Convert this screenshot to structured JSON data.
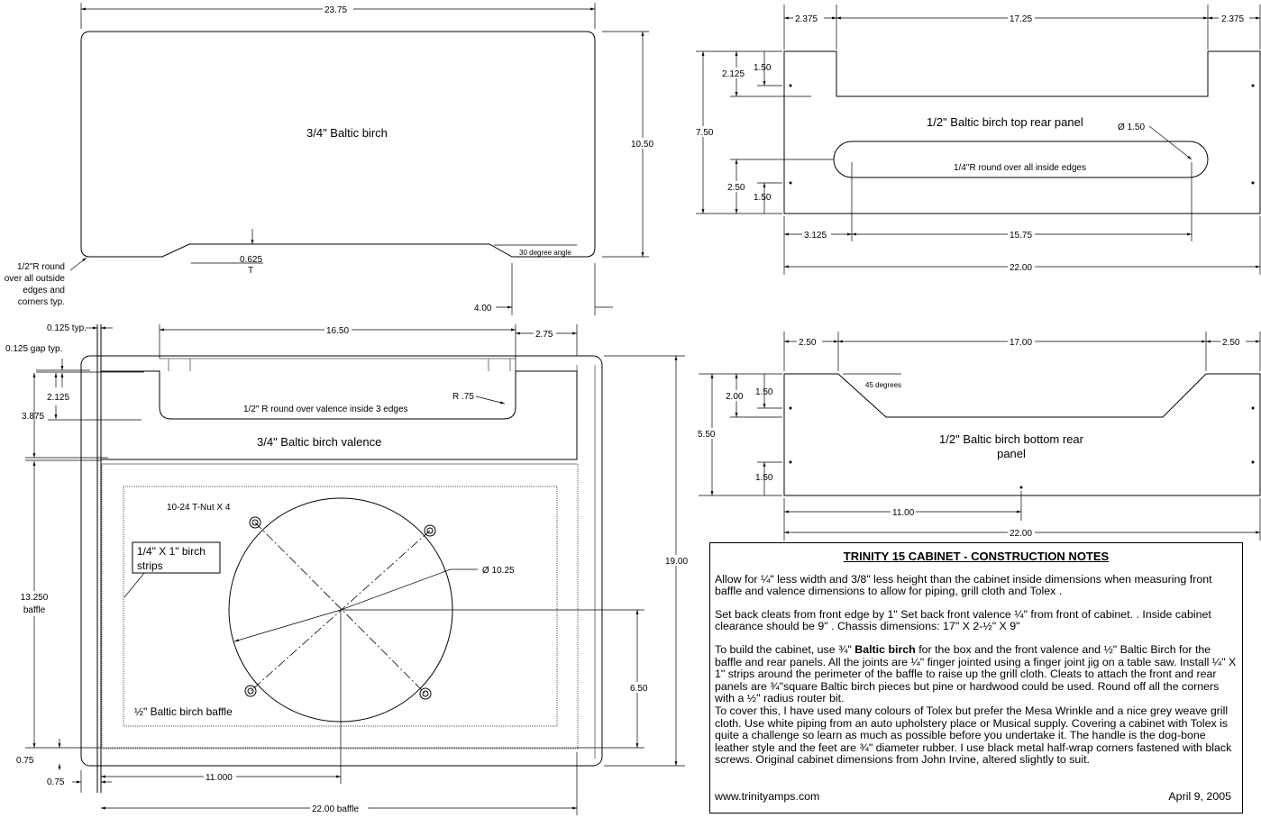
{
  "top_panel": {
    "label": "3/4\" Baltic birch",
    "width": "23.75",
    "height": "10.50",
    "notch_depth": "0.625",
    "notch_offset": "4.00",
    "angle_note": "30 degree angle",
    "roundover_note": [
      "1/2\"R  round",
      "over all outside",
      "edges and",
      "corners typ."
    ]
  },
  "top_rear_panel": {
    "label": "1/2\" Baltic birch top rear panel",
    "slot_note": "1/4\"R  round over all inside edges",
    "hole": "Ø 1.50",
    "dims": {
      "left": "2.375",
      "mid": "17.25",
      "right": "2.375",
      "height": "7.50",
      "top_cut": "2.125",
      "top_hole": "1.50",
      "slot_pos": "2.50",
      "bottom_hole": "1.50",
      "slot_left": "3.125",
      "slot_len": "15.75",
      "width": "22.00"
    }
  },
  "bottom_rear_panel": {
    "label_lines": [
      "1/2\" Baltic birch bottom rear",
      "panel"
    ],
    "angle_note": "45 degrees",
    "dims": {
      "left": "2.50",
      "mid": "17.00",
      "right": "2.50",
      "height": "5.50",
      "cut_depth": "2.00",
      "top_hole": "1.50",
      "bottom_hole": "1.50",
      "center_hole": "11.00",
      "width": "22.00"
    }
  },
  "front_view": {
    "valence_label": "3/4\" Baltic birch valence",
    "valence_note": "1/2\" R  round over valence inside 3 edges",
    "radius": "R .75",
    "tnut": "10-24 T-Nut X 4",
    "strips": [
      "1/4\" X 1\" birch",
      "strips"
    ],
    "baffle_label": "½\" Baltic birch baffle",
    "speaker": "Ø 10.25",
    "dims": {
      "typ": "0.125 typ.",
      "gap": "0.125 gap typ.",
      "v1": "2.125",
      "v2": "3.875",
      "cut_width": "16.50",
      "cut_side": "2.75",
      "height": "19.00",
      "baffle_h": [
        "13.250",
        "baffle"
      ],
      "center_h": "6.50",
      "edge_a": "0.75",
      "edge_b": "0.75",
      "center_w": "11.000",
      "baffle_w": "22.00  baffle"
    }
  },
  "notes": {
    "title": "TRINITY 15 CABINET -  CONSTRUCTION NOTES",
    "p1": "Allow for ¼\" less width and  3/8\" less height than the cabinet inside dimensions when measuring front baffle and valence dimensions to allow  for piping, grill cloth and Tolex .",
    "p2": "Set back cleats from front edge by 1\"  Set back front valence ¼\" from front of cabinet.  . Inside cabinet clearance should be 9\" .  Chassis  dimensions: 17\" X 2-½\" X 9\"",
    "p3_pre": "To build the cabinet, use ¾\"  ",
    "p3_bold": "Baltic birch",
    "p3_post": " for the box and the front valence and  ½\" Baltic Birch for the baffle and rear panels.  All the joints are  ¼\" finger jointed using a finger joint jig on a table saw. Install ¼\" X 1\" strips around the perimeter of the baffle to raise  up the grill cloth.  Cleats to attach the front and rear panels are ¾\"square Baltic birch pieces but pine or hardwood could be used. Round off all the corners with a ½\" radius router bit.",
    "p4": "To cover this, I have used many colours of Tolex but prefer the Mesa Wrinkle and a nice grey weave grill cloth. Use white piping from an auto upholstery place or Musical supply. Covering a cabinet with Tolex is quite a challenge so learn as much as possible before you undertake it. The handle is the dog-bone leather style and the feet  are ¾\" diameter rubber.  I use black metal half-wrap corners fastened with black screws.  Original cabinet dimensions from John Irvine, altered slightly to suit.",
    "website": "www.trinityamps.com",
    "date": "April 9, 2005"
  }
}
